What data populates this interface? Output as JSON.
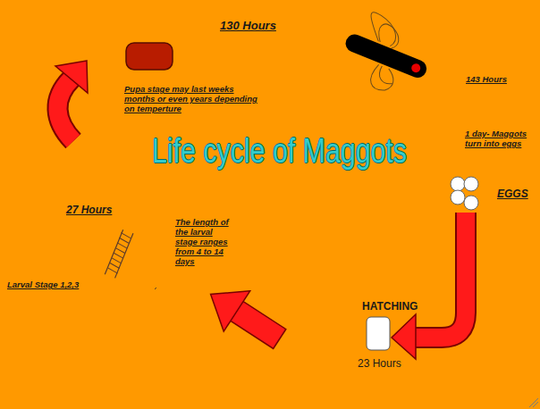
{
  "diagram": {
    "title": "Life cycle of Maggots",
    "labels": [
      "130 Hours",
      "Pupa stage may last weeks months or even years depending on temperture",
      "143 Hours",
      "1 day- Maggots turn into eggs",
      "EGGS",
      "HATCHING",
      "23 Hours",
      "27 Hours",
      "The length of the larval stage ranges from 4 to 14 days",
      "Larval Stage 1,2,3"
    ]
  }
}
